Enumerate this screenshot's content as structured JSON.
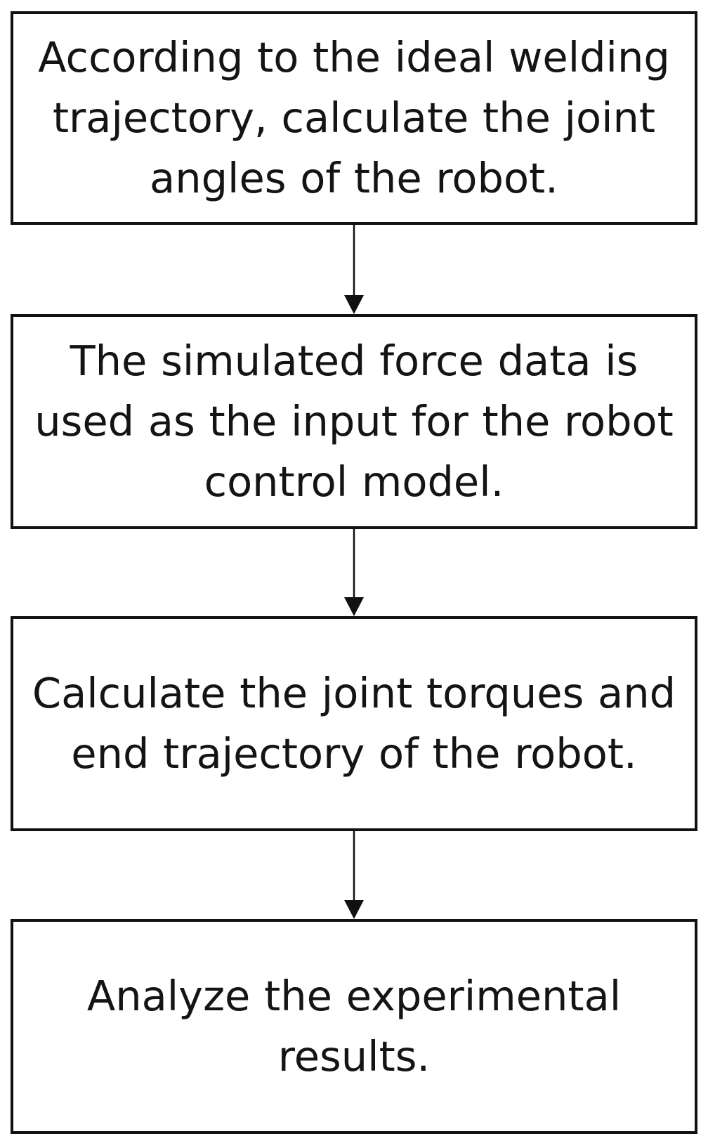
{
  "flowchart": {
    "steps": [
      {
        "text": "According to the ideal welding trajectory, calculate the joint angles of the robot."
      },
      {
        "text": "The simulated force data is used as the input for the robot control model."
      },
      {
        "text": "Calculate the joint torques and end trajectory of the robot."
      },
      {
        "text": "Analyze the experimental results."
      }
    ],
    "colors": {
      "stroke": "#111111",
      "text": "#141414",
      "background": "#ffffff"
    }
  }
}
